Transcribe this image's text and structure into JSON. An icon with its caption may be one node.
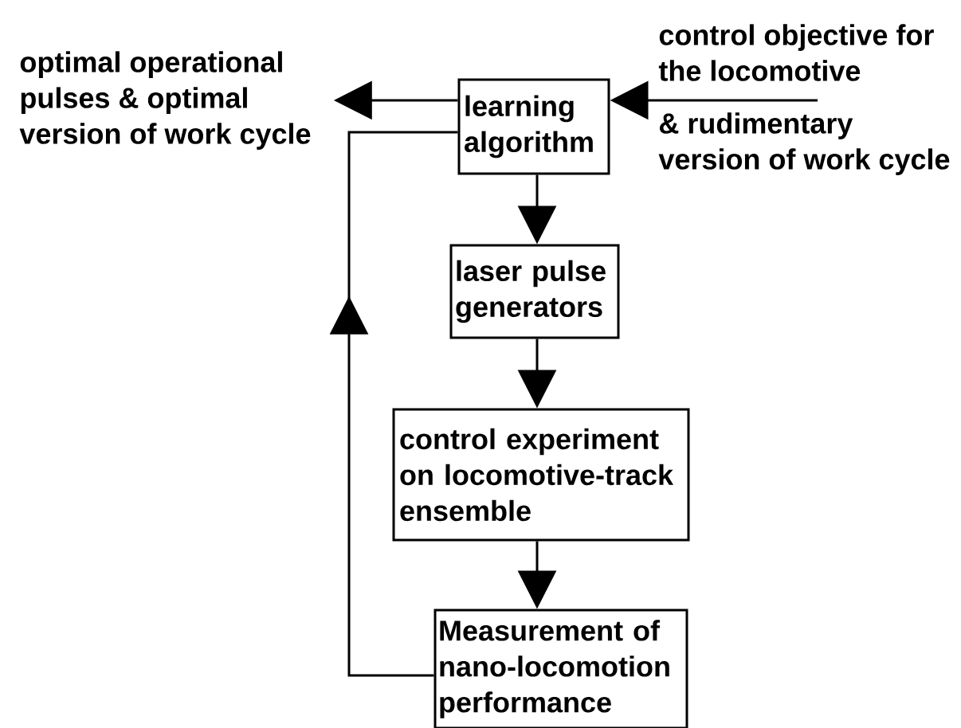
{
  "diagram": {
    "nodes": [
      {
        "text": [
          "optimal operational pulses & optimal version of work cycle"
        ]
      },
      {
        "text": [
          "learning algorithm"
        ]
      },
      {
        "text": [
          "control objective for the locomotive",
          "& rudimentary version of work cycle"
        ]
      },
      {
        "text": [
          "laser pulse generators"
        ]
      },
      {
        "text": [
          "control experiment on locomotive-track ensemble"
        ]
      },
      {
        "text": [
          "Measurement of nano-locomotion performance"
        ]
      }
    ],
    "edges": [
      {
        "from": 1,
        "to": 0,
        "arrow": "to"
      },
      {
        "from": 2,
        "to": 1,
        "arrow": "to"
      },
      {
        "from": 1,
        "to": 3,
        "arrow": "to"
      },
      {
        "from": 3,
        "to": 4,
        "arrow": "to"
      },
      {
        "from": 4,
        "to": 5,
        "arrow": "to"
      },
      {
        "from": 5,
        "to": 1,
        "arrow": "to"
      }
    ]
  }
}
